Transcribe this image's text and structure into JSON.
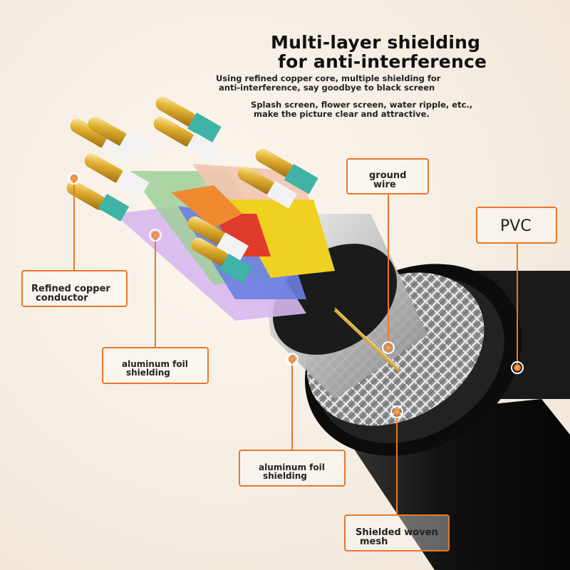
{
  "title": {
    "line1": "Multi-layer shielding",
    "line2": "for anti-interference"
  },
  "description": {
    "para1_line1": "Using refined copper core, multiple shielding for",
    "para1_line2": "anti-interference, say goodbye to black screen",
    "para2_line1": "Splash screen, flower screen, water ripple, etc.,",
    "para2_line2": "make the picture clear and attractive."
  },
  "callouts": {
    "ground_wire": {
      "line1": "ground",
      "line2": "wire"
    },
    "pvc": {
      "line1": "PVC"
    },
    "refined_copper": {
      "line1": "Refined copper",
      "line2": "conductor"
    },
    "foil_inner": {
      "line1": "aluminum foil",
      "line2": "shielding"
    },
    "foil_outer": {
      "line1": "aluminum foil",
      "line2": "shielding"
    },
    "woven_mesh": {
      "line1": "Shielded woven",
      "line2": "mesh"
    }
  },
  "colors": {
    "accent": "#e8782a",
    "jacket": "#141414",
    "copper": "#d4a52a",
    "insulation": "#f2f2f2",
    "teal_band": "#3fb3a6"
  }
}
